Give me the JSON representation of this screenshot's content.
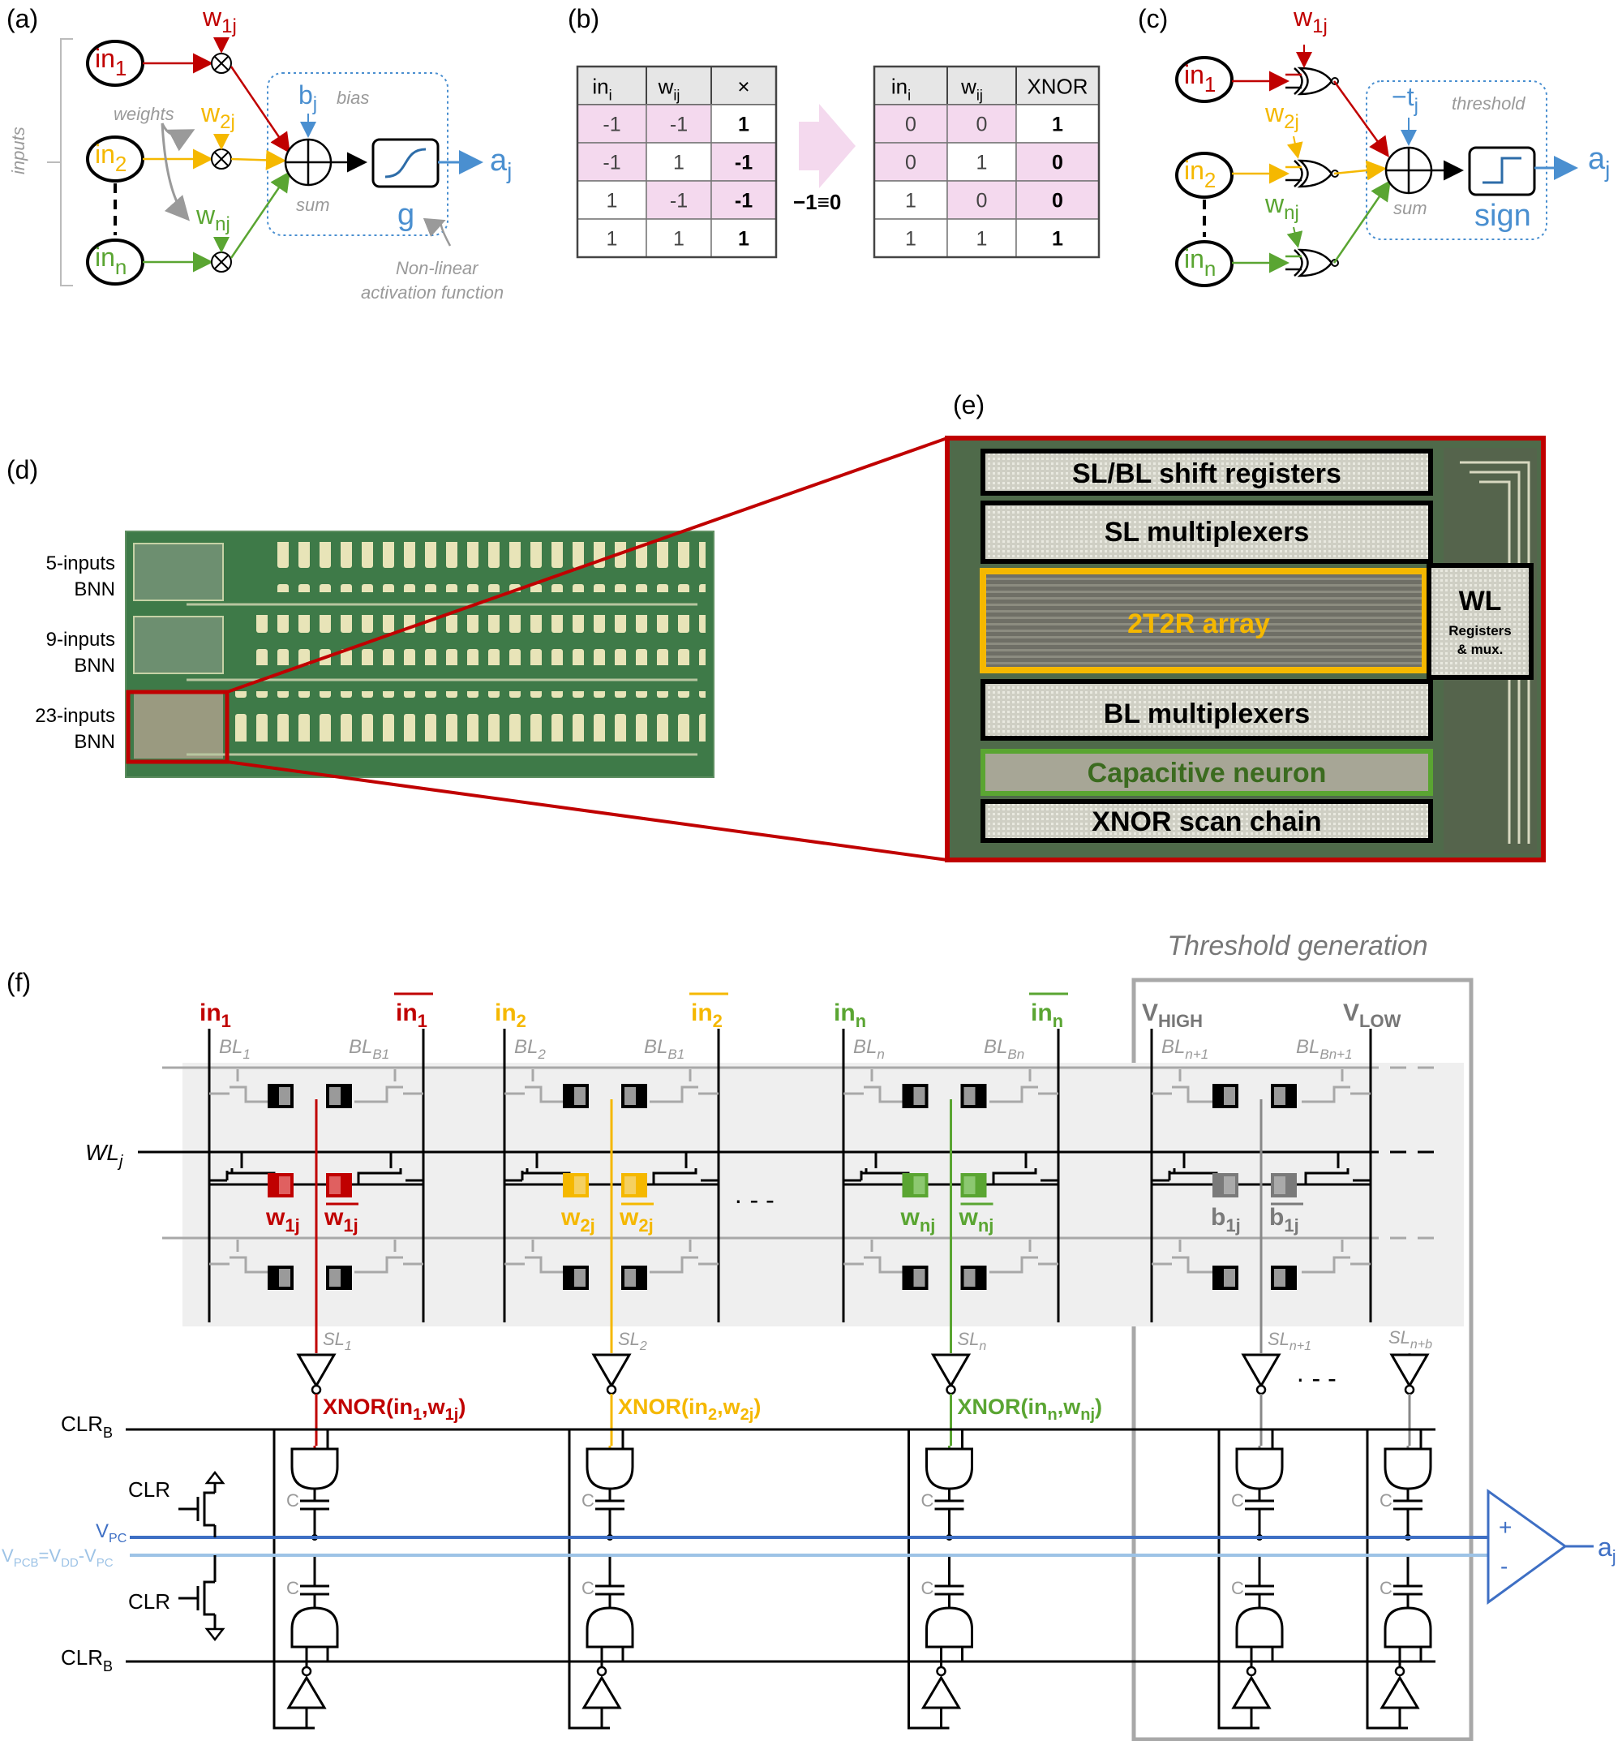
{
  "panels": {
    "a": "(a)",
    "b": "(b)",
    "c": "(c)",
    "d": "(d)",
    "e": "(e)",
    "f": "(f)"
  },
  "neuron_a": {
    "inputs_label": "inputs",
    "in1": "in",
    "in1_sub": "1",
    "in2": "in",
    "in2_sub": "2",
    "inn": "in",
    "inn_sub": "n",
    "w1": "w",
    "w1_sub": "1j",
    "w2": "w",
    "w2_sub": "2j",
    "wn": "w",
    "wn_sub": "nj",
    "weights": "weights",
    "bias_sym": "b",
    "bias_sub": "j",
    "bias": "bias",
    "sum": "sum",
    "g": "g",
    "out": "a",
    "out_sub": "j",
    "activation_1": "Non-linear",
    "activation_2": "activation function"
  },
  "table_left": {
    "headers": [
      "in",
      "w",
      "×"
    ],
    "header_subs": [
      "i",
      "ij",
      ""
    ],
    "rows": [
      [
        "-1",
        "-1",
        "1"
      ],
      [
        "-1",
        "1",
        "-1"
      ],
      [
        "1",
        "-1",
        "-1"
      ],
      [
        "1",
        "1",
        "1"
      ]
    ]
  },
  "equivalence": "−1≡0",
  "table_right": {
    "headers": [
      "in",
      "w",
      "XNOR"
    ],
    "header_subs": [
      "i",
      "ij",
      ""
    ],
    "rows": [
      [
        "0",
        "0",
        "1"
      ],
      [
        "0",
        "1",
        "0"
      ],
      [
        "1",
        "0",
        "0"
      ],
      [
        "1",
        "1",
        "1"
      ]
    ]
  },
  "neuron_c": {
    "threshold_sym": "−t",
    "threshold_sub": "j",
    "threshold": "threshold",
    "sum": "sum",
    "sign": "sign",
    "out": "a",
    "out_sub": "j"
  },
  "chip_d": {
    "labels": [
      {
        "l1": "5-inputs",
        "l2": "BNN"
      },
      {
        "l1": "9-inputs",
        "l2": "BNN"
      },
      {
        "l1": "23-inputs",
        "l2": "BNN"
      }
    ]
  },
  "chip_e": {
    "blocks": {
      "shift": "SL/BL shift registers",
      "slmux": "SL multiplexers",
      "array": "2T2R array",
      "wl": "WL",
      "wl_sub1": "Registers",
      "wl_sub2": "& mux.",
      "blmux": "BL multiplexers",
      "neuron": "Capacitive neuron",
      "scan": "XNOR scan chain"
    }
  },
  "circuit_f": {
    "threshold_generation": "Threshold generation",
    "col_in1": "in",
    "col_in1_sub": "1",
    "col_in1b": "in",
    "col_in1b_sub": "1",
    "col_in2": "in",
    "col_in2_sub": "2",
    "col_in2b": "in",
    "col_in2b_sub": "2",
    "col_inn": "in",
    "col_inn_sub": "n",
    "col_innb": "in",
    "col_innb_sub": "n",
    "vhigh": "V",
    "vhigh_sub": "HIGH",
    "vlow": "V",
    "vlow_sub": "LOW",
    "bl1": "BL",
    "bl1_sub": "1",
    "blb1": "BL",
    "blb1_sub": "B1",
    "bl2": "BL",
    "bl2_sub": "2",
    "blb2": "BL",
    "blb2_sub": "B1",
    "bln": "BL",
    "bln_sub": "n",
    "blbn": "BL",
    "blbn_sub": "Bn",
    "bln1": "BL",
    "bln1_sub": "n+1",
    "blbn1": "BL",
    "blbn1_sub": "Bn+1",
    "wl": "WL",
    "wl_sub": "j",
    "w1": "w",
    "w1_sub": "1j",
    "w1b": "w",
    "w1b_sub": "1j",
    "w2": "w",
    "w2_sub": "2j",
    "w2b": "w",
    "w2b_sub": "2j",
    "wn": "w",
    "wn_sub": "nj",
    "wnb": "w",
    "wnb_sub": "nj",
    "b1": "b",
    "b1_sub": "1j",
    "b1b": "b",
    "b1b_sub": "1j",
    "sl1": "SL",
    "sl1_sub": "1",
    "sl2": "SL",
    "sl2_sub": "2",
    "sln": "SL",
    "sln_sub": "n",
    "sln1": "SL",
    "sln1_sub": "n+1",
    "slnb": "SL",
    "slnb_sub": "n+b",
    "xnor1": "XNOR(in",
    "xnor1_a": "1",
    "xnor1_b": ",w",
    "xnor1_c": "1j",
    "xnor1_d": ")",
    "xnor2": "XNOR(in",
    "xnor2_a": "2",
    "xnor2_b": ",w",
    "xnor2_c": "2j",
    "xnor2_d": ")",
    "xnorn": "XNOR(in",
    "xnorn_a": "n",
    "xnorn_b": ",w",
    "xnorn_c": "nj",
    "xnorn_d": ")",
    "clrb_top": "CLR",
    "clrb_top_sub": "B",
    "clr_top": "CLR",
    "vpc": "V",
    "vpc_sub": "PC",
    "vpcb_1": "V",
    "vpcb_sub1": "PCB",
    "vpcb_2": "=V",
    "vpcb_sub2": "DD",
    "vpcb_3": "-V",
    "vpcb_sub3": "PC",
    "clr_bot": "CLR",
    "clrb_bot": "CLR",
    "clrb_bot_sub": "B",
    "cap": "C",
    "comp_plus": "+",
    "comp_minus": "-",
    "out": "a",
    "out_sub": "j",
    "dots": "· - -"
  },
  "colors": {
    "red": "#c00000",
    "orange": "#f5b800",
    "green": "#5aa532",
    "blue": "#4a8fd0",
    "gray": "#9a9a9a",
    "pink": "#f4d9ee",
    "vpc": "#3e6fc4",
    "vpcb": "#9dc3e6"
  }
}
